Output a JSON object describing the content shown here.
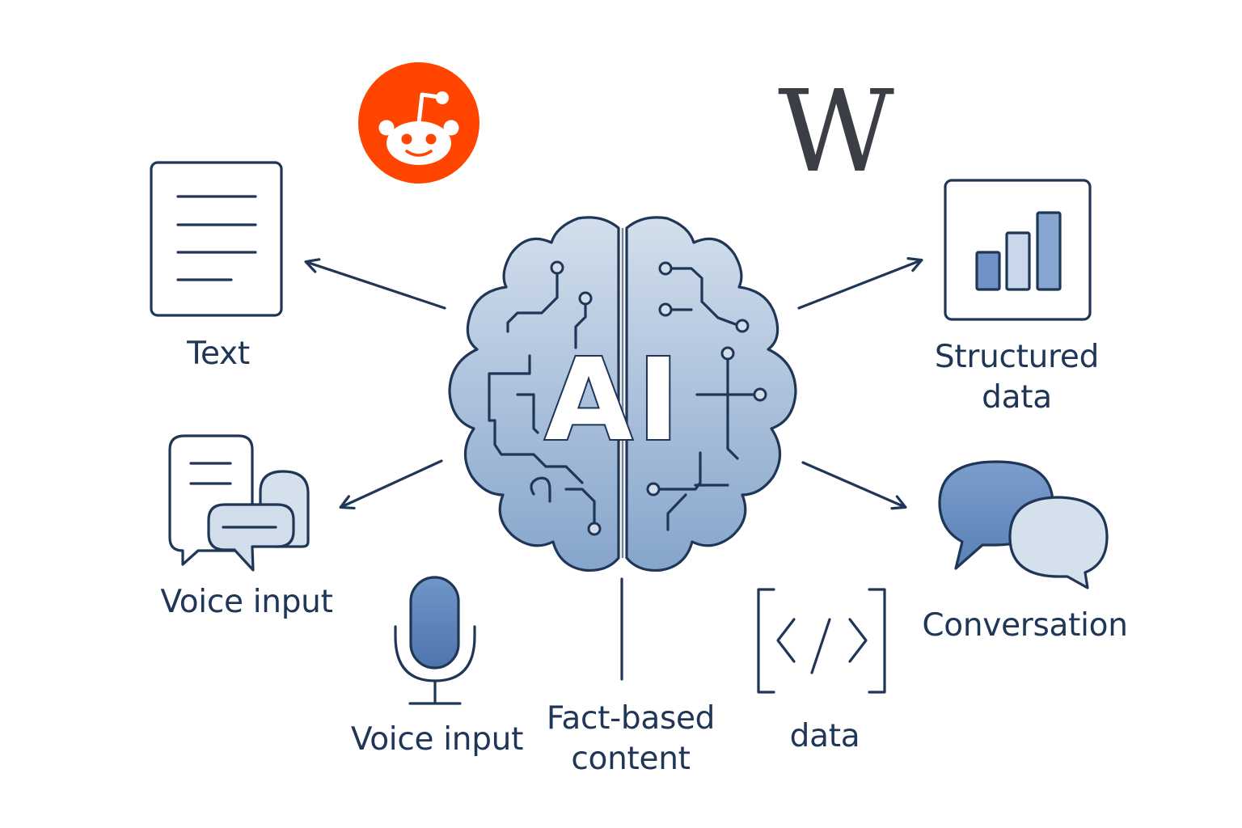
{
  "colors": {
    "outline": "#1f3657",
    "brain_fill_top": "#cfdcea",
    "brain_fill_bottom": "#7d9ec9",
    "accent_blue": "#5f85bb",
    "light_blue": "#d6e1ee",
    "reddit_orange": "#ff4500",
    "wikipedia_gray": "#3b3f45",
    "background": "#ffffff"
  },
  "center": {
    "icon": "brain-circuit-icon",
    "text": "AI"
  },
  "logos": {
    "reddit": {
      "icon": "reddit-logo-icon"
    },
    "wikipedia": {
      "icon": "wikipedia-logo-icon",
      "letter": "W"
    }
  },
  "nodes": [
    {
      "id": "text",
      "icon": "document-icon",
      "label": "Text"
    },
    {
      "id": "voice-input-left",
      "icon": "chat-bubbles-icon",
      "label": "Voice input"
    },
    {
      "id": "voice-input-bottom",
      "icon": "microphone-icon",
      "label": "Voice input"
    },
    {
      "id": "fact-based",
      "icon": "vertical-line-icon",
      "label_lines": [
        "Fact-based",
        "content"
      ]
    },
    {
      "id": "data",
      "icon": "code-brackets-icon",
      "label": "data"
    },
    {
      "id": "conversation",
      "icon": "conversation-bubbles-icon",
      "label": "Conversation"
    },
    {
      "id": "structured-data",
      "icon": "bar-chart-icon",
      "label_lines": [
        "Structured",
        "data"
      ]
    }
  ]
}
